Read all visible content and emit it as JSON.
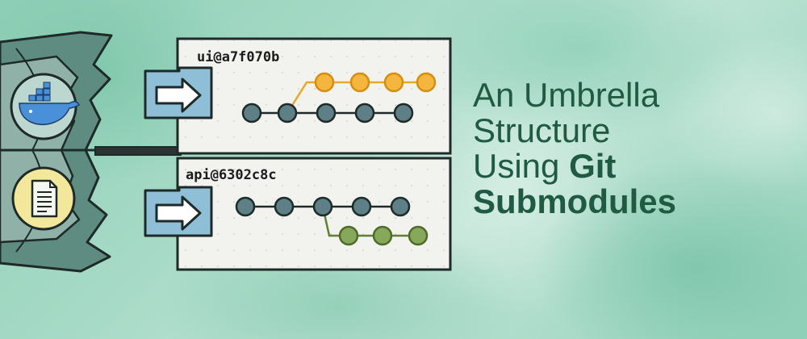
{
  "panels": [
    {
      "label": "ui@a7f070b"
    },
    {
      "label": "api@6302c8c"
    }
  ],
  "title": {
    "line1": "An Umbrella",
    "line2": "Structure",
    "line3_prefix": "Using ",
    "line3_bold": "Git",
    "line4": "Submodules"
  },
  "icons": [
    "docker-icon",
    "document-icon",
    "arrow-right-icon"
  ],
  "colors": {
    "title": "#1f5a42",
    "commit_main": "#5d7f85",
    "commit_branch_ui": "#f4b63e",
    "commit_branch_api": "#86a85a",
    "umbrella": "#6a8f85"
  }
}
